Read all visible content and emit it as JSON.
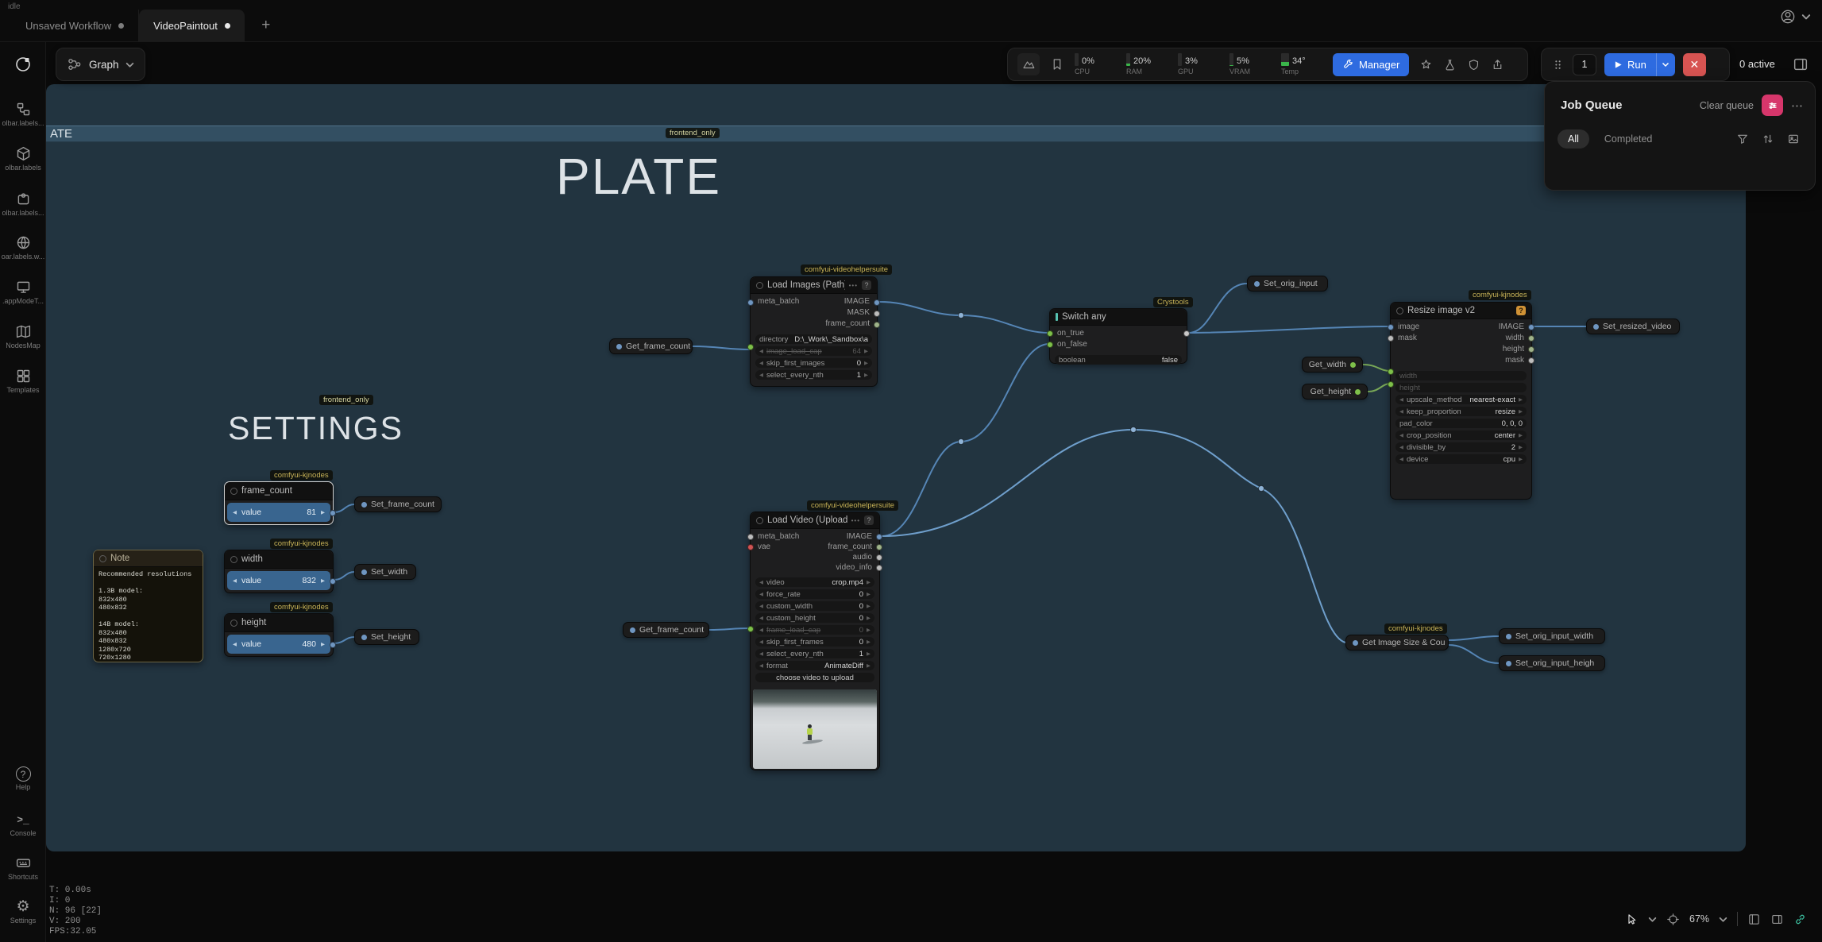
{
  "app": {
    "status": "idle"
  },
  "colors": {
    "accent_blue": "#2e6be0",
    "danger_red": "#d75452",
    "queue_accent": "#d6366b",
    "wire_blue": "#5585b5",
    "slot_green": "#7ec04a",
    "vae_red": "#d05454",
    "badge_yellow": "#c9b458",
    "canvas_bg": "#223440",
    "meter_green": "#3ab54a",
    "primitive_row_blue": "#39658f"
  },
  "tabbar": {
    "tabs": [
      {
        "label": "Unsaved Workflow"
      },
      {
        "label": "VideoPaintout"
      }
    ],
    "new_tab": "+"
  },
  "toolbar": {
    "graph_label": "Graph",
    "metrics": [
      {
        "label": "CPU",
        "value": "0%",
        "pct": 0
      },
      {
        "label": "RAM",
        "value": "20%",
        "pct": 20
      },
      {
        "label": "GPU",
        "value": "3%",
        "pct": 3
      },
      {
        "label": "VRAM",
        "value": "5%",
        "pct": 5
      },
      {
        "label": "Temp",
        "value": "34°",
        "pct": 34
      }
    ],
    "manager_label": "Manager",
    "batch_count": "1",
    "run_label": "Run",
    "active_label": "0 active"
  },
  "job_queue": {
    "title": "Job Queue",
    "clear_label": "Clear queue",
    "tabs": [
      "All",
      "Completed"
    ]
  },
  "sidebar": {
    "items": [
      {
        "label": "olbar.labels..."
      },
      {
        "label": "olbar.labels"
      },
      {
        "label": "olbar.labels..."
      },
      {
        "label": "oar.labels.w..."
      },
      {
        "label": ".appModeT..."
      },
      {
        "label": "NodesMap"
      },
      {
        "label": "Templates"
      }
    ],
    "bottom": [
      {
        "label": "Help"
      },
      {
        "label": "Console"
      },
      {
        "label": "Shortcuts"
      },
      {
        "label": "Settings"
      }
    ]
  },
  "canvas": {
    "top_node_text": "ATE",
    "badge": "frontend_only",
    "plate": "PLATE",
    "settings": "SETTINGS",
    "stats": [
      "T: 0.00s",
      "I: 0",
      "N: 96 [22]",
      "V: 200",
      "FPS:32.05"
    ],
    "zoom": "67%"
  },
  "nodes": {
    "load_images": {
      "badge": "comfyui-videohelpersuite",
      "title": "Load Images (Path)",
      "help": "?",
      "inputs": [
        "meta_batch"
      ],
      "outputs": [
        "IMAGE",
        "MASK",
        "frame_count"
      ],
      "widgets": [
        {
          "label": "directory",
          "value": "D:\\_Work\\_Sandbox\\a"
        },
        {
          "label": "image_load_cap",
          "value": "64"
        },
        {
          "label": "skip_first_images",
          "value": "0"
        },
        {
          "label": "select_every_nth",
          "value": "1"
        }
      ]
    },
    "switch": {
      "badge": "Crystools",
      "title": "Switch any",
      "inputs": [
        "on_true",
        "on_false"
      ],
      "widgets": [
        {
          "label": "boolean",
          "value": "false"
        }
      ]
    },
    "resize": {
      "badge": "comfyui-kjnodes",
      "title": "Resize image v2",
      "help": "?",
      "inputs": [
        "image",
        "mask"
      ],
      "outputs": [
        "IMAGE",
        "width",
        "height",
        "mask"
      ],
      "widgets": [
        {
          "label": "width",
          "value": ""
        },
        {
          "label": "height",
          "value": ""
        },
        {
          "label": "upscale_method",
          "value": "nearest-exact"
        },
        {
          "label": "keep_proportion",
          "value": "resize"
        },
        {
          "label": "pad_color",
          "value": "0, 0, 0"
        },
        {
          "label": "crop_position",
          "value": "center"
        },
        {
          "label": "divisible_by",
          "value": "2"
        },
        {
          "label": "device",
          "value": "cpu"
        }
      ]
    },
    "load_video": {
      "badge": "comfyui-videohelpersuite",
      "title": "Load Video (Upload)",
      "help": "?",
      "inputs": [
        "meta_batch",
        "vae"
      ],
      "outputs": [
        "IMAGE",
        "frame_count",
        "audio",
        "video_info"
      ],
      "widgets": [
        {
          "label": "video",
          "value": "crop.mp4"
        },
        {
          "label": "force_rate",
          "value": "0"
        },
        {
          "label": "custom_width",
          "value": "0"
        },
        {
          "label": "custom_height",
          "value": "0"
        },
        {
          "label": "frame_load_cap",
          "value": "0"
        },
        {
          "label": "skip_first_frames",
          "value": "0"
        },
        {
          "label": "select_every_nth",
          "value": "1"
        },
        {
          "label": "format",
          "value": "AnimateDiff"
        }
      ],
      "button": "choose video to upload"
    },
    "frame_count": {
      "badge": "comfyui-kjnodes",
      "title": "frame_count",
      "widget": {
        "label": "value",
        "value": "81"
      }
    },
    "width_node": {
      "badge": "comfyui-kjnodes",
      "title": "width",
      "widget": {
        "label": "value",
        "value": "832"
      }
    },
    "height_node": {
      "badge": "comfyui-kjnodes",
      "title": "height",
      "widget": {
        "label": "value",
        "value": "480"
      }
    },
    "get_image_size": {
      "badge": "comfyui-kjnodes"
    },
    "note": {
      "title": "Note",
      "lines": [
        "Recommended resolutions",
        "",
        "1.3B model:",
        "832x480",
        "480x832",
        "",
        "14B model:",
        "832x480",
        "480x832",
        "1280x720",
        "720x1280"
      ]
    }
  },
  "pills": {
    "get_frame_count_top": "Get_frame_count",
    "set_frame_count": "Set_frame_count",
    "set_width": "Set_width",
    "set_height": "Set_height",
    "get_frame_count_bottom": "Get_frame_count",
    "set_orig_input": "Set_orig_input",
    "get_width": "Get_width",
    "get_height": "Get_height",
    "set_resized_video": "Set_resized_video",
    "get_image_size": "Get Image Size & Cou",
    "set_orig_input_width": "Set_orig_input_width",
    "set_orig_input_heigh": "Set_orig_input_heigh"
  }
}
